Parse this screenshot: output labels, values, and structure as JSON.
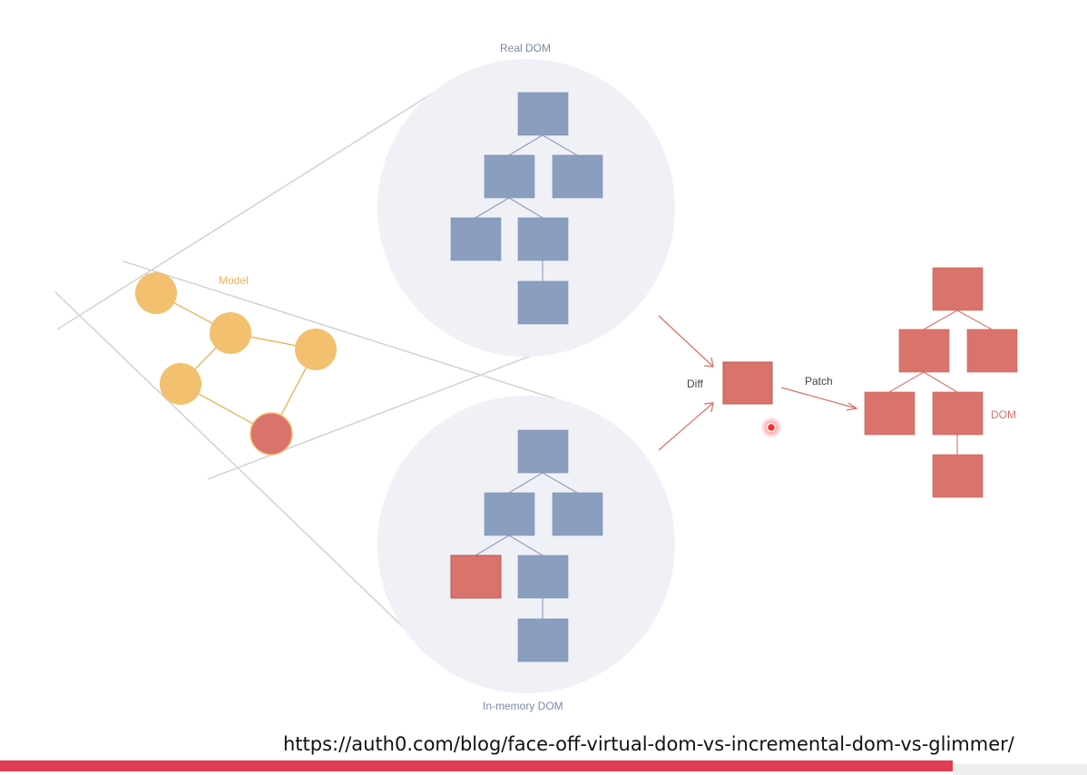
{
  "labels": {
    "real_dom": "Real DOM",
    "in_memory_dom": "In-memory DOM",
    "model": "Model",
    "diff": "Diff",
    "patch": "Patch",
    "dom": "DOM"
  },
  "source_url": "https://auth0.com/blog/face-off-virtual-dom-vs-incremental-dom-vs-glimmer/",
  "colors": {
    "tree_node_blue": "#8a9ebf",
    "changed_node_red": "#d9736b",
    "model_node_yellow": "#f2c06e",
    "circle_background": "#eff1f7",
    "connector_blue": "#8b9cbd",
    "model_edge": "#eaa845",
    "guide_line": "#d4d4d4",
    "arrow_red": "#d9736b",
    "label_blue_gray": "#7b8aa6",
    "label_yellow": "#eab35d",
    "label_dark": "#444444",
    "footer_bar": "#e03c52",
    "footer_bar_end": "#eeeeee"
  },
  "trees": {
    "real_dom": {
      "changed_node": "none"
    },
    "in_memory_dom": {
      "changed_node": "left-leaf-level-3"
    },
    "patched_dom": {
      "changed_node": "all"
    }
  },
  "model": {
    "node_count": 5,
    "changed_node": "bottom"
  },
  "cursor": "red-dot-indicator"
}
